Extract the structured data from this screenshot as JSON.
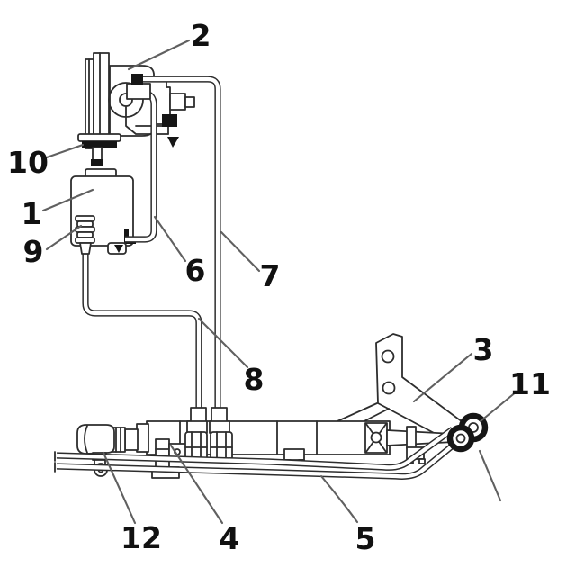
{
  "diagram": {
    "background": "#ffffff",
    "ink_color": "#2d2d2d",
    "leader_color": "#606060",
    "label_color": "#111111",
    "callouts": [
      {
        "label": "1"
      },
      {
        "label": "2"
      },
      {
        "label": "3"
      },
      {
        "label": "4"
      },
      {
        "label": "5"
      },
      {
        "label": "6"
      },
      {
        "label": "7"
      },
      {
        "label": "8"
      },
      {
        "label": "9"
      },
      {
        "label": "10"
      },
      {
        "label": "11"
      },
      {
        "label": "12"
      }
    ]
  }
}
